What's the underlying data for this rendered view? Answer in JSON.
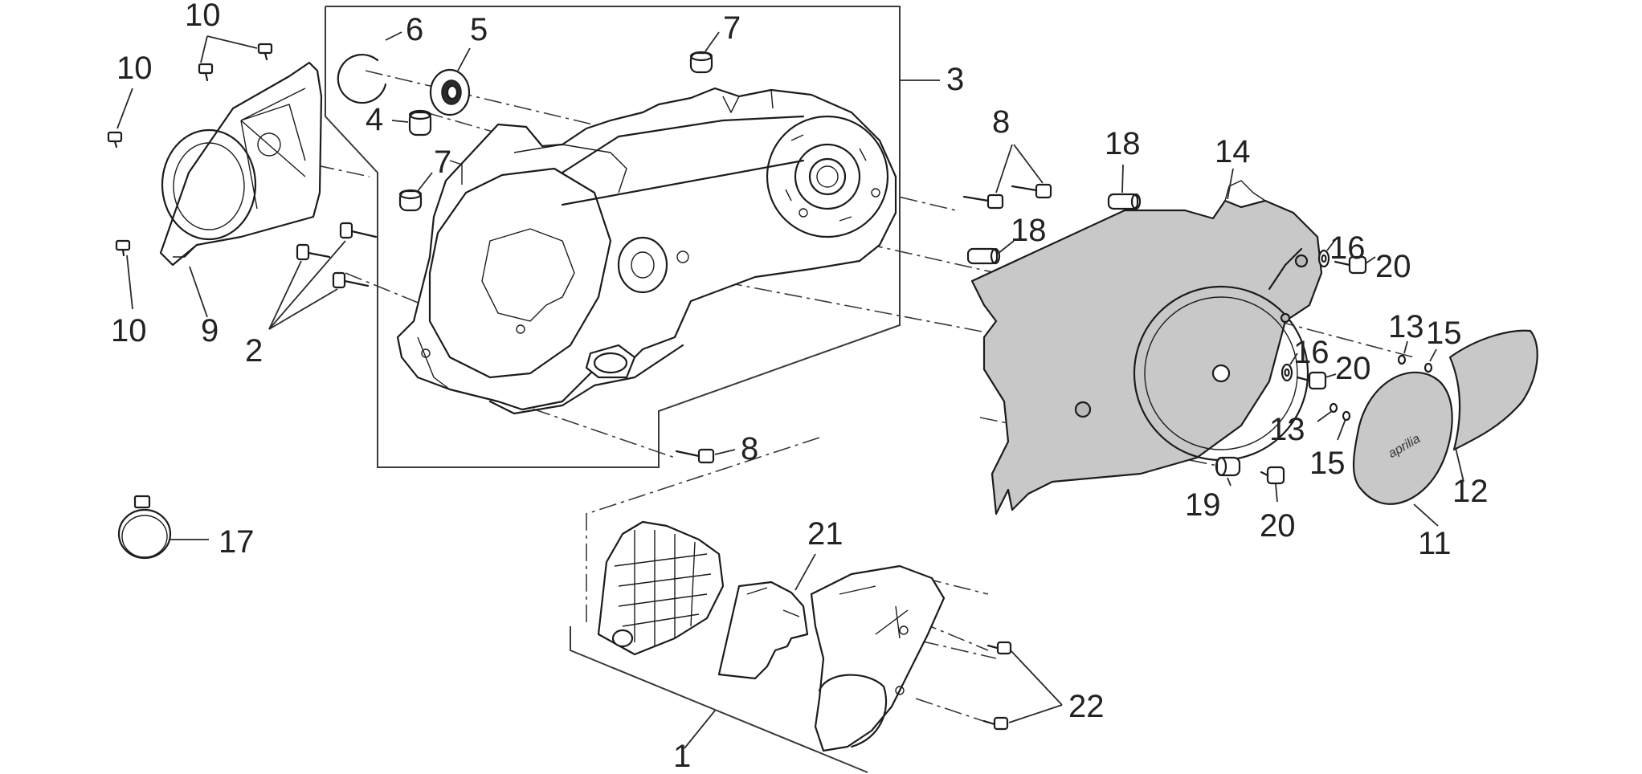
{
  "diagram": {
    "labels": {
      "l1": "1",
      "l2": "2",
      "l3": "3",
      "l4": "4",
      "l5": "5",
      "l6": "6",
      "l7a": "7",
      "l7b": "7",
      "l8a": "8",
      "l8b": "8",
      "l9": "9",
      "l10a": "10",
      "l10b": "10",
      "l10c": "10",
      "l11": "11",
      "l12": "12",
      "l13a": "13",
      "l13b": "13",
      "l14": "14",
      "l15a": "15",
      "l15b": "15",
      "l16a": "16",
      "l16b": "16",
      "l17": "17",
      "l18a": "18",
      "l18b": "18",
      "l19": "19",
      "l20a": "20",
      "l20b": "20",
      "l20c": "20",
      "l21": "21",
      "l22": "22"
    },
    "logo_text": "aprilia"
  }
}
